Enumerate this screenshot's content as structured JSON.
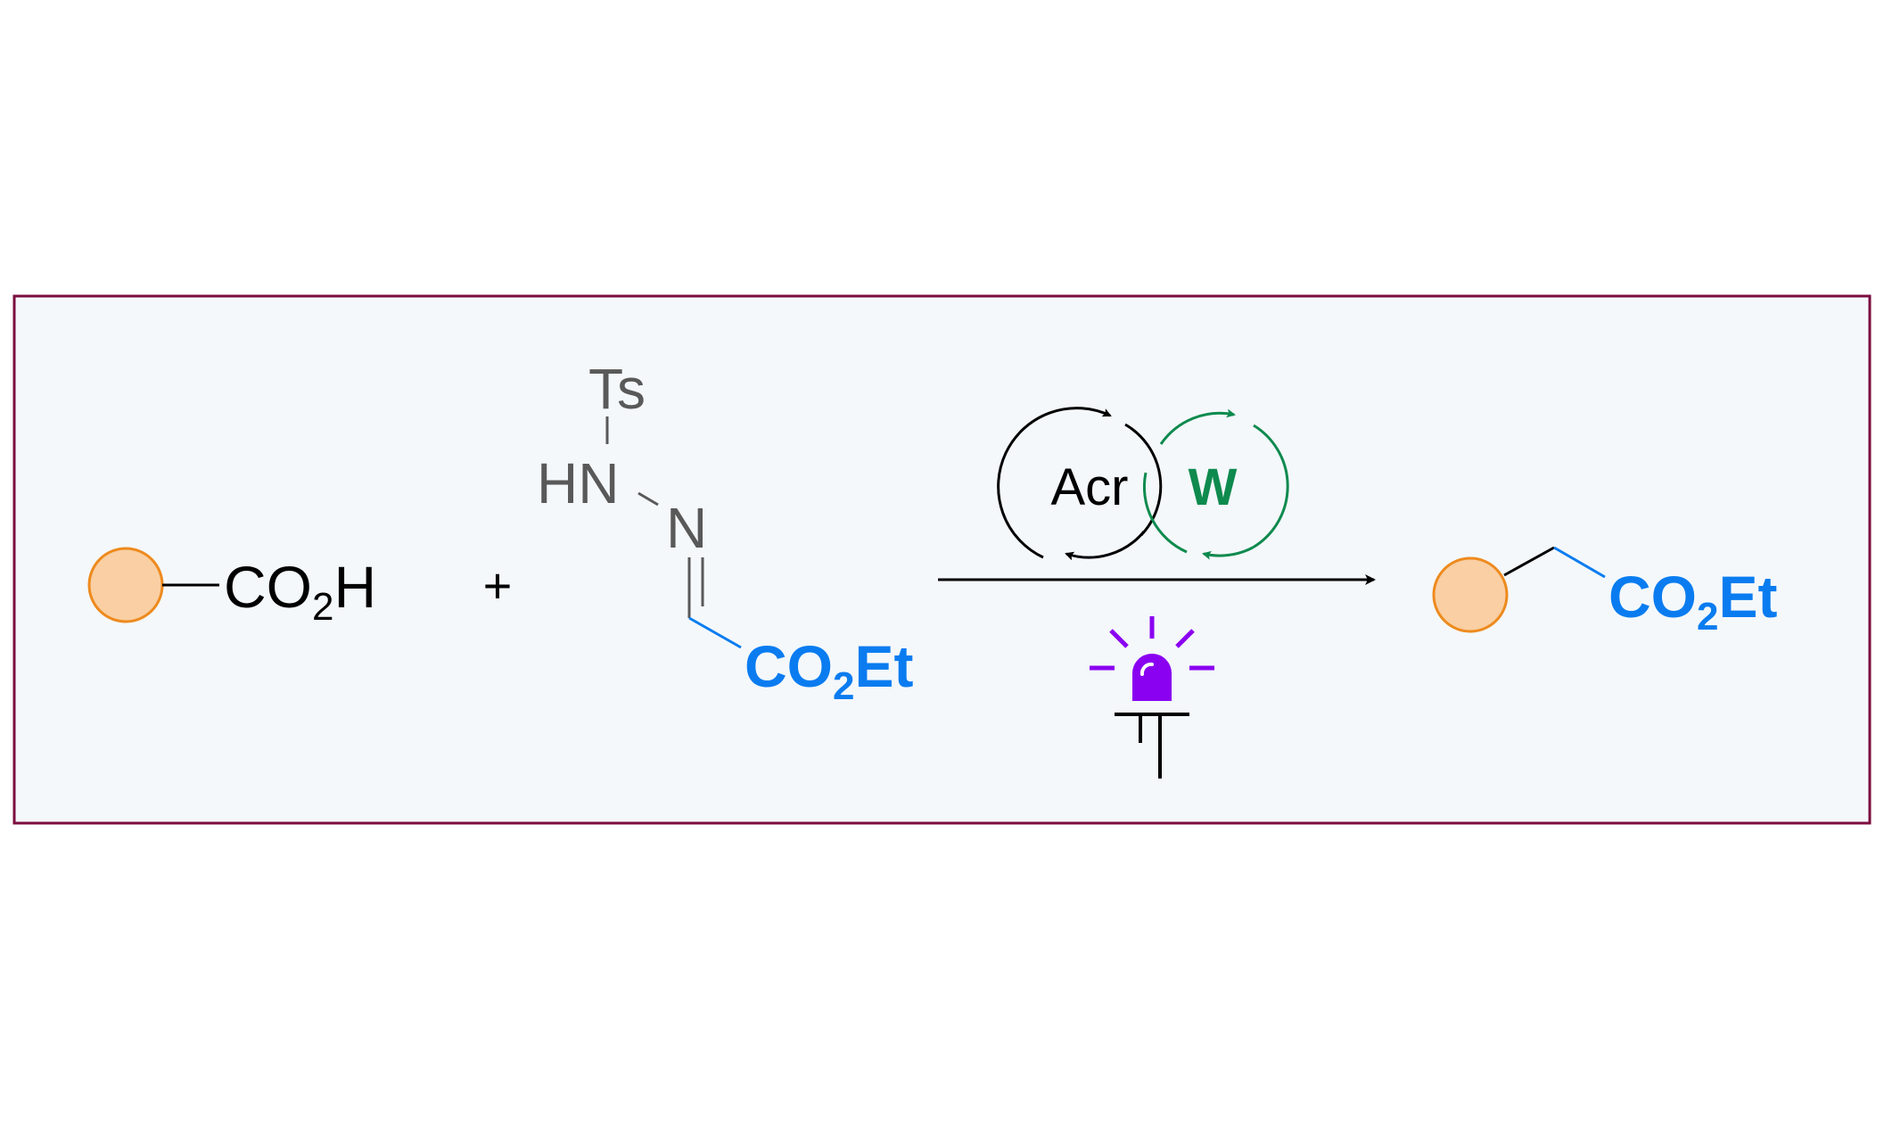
{
  "colors": {
    "frame_border": "#7B0D3E",
    "frame_fill": "#F4F8FB",
    "substrate_fill": "#F9CFA3",
    "substrate_stroke": "#EE8A1E",
    "black": "#000000",
    "gray": "#595959",
    "blue": "#0A7CF0",
    "green": "#0E8A4E",
    "purple": "#8A00F0"
  },
  "acid": {
    "C": "CO",
    "sub": "2",
    "H": "H"
  },
  "plus": "+",
  "hydrazone": {
    "ts": "Ts",
    "hn": "HN",
    "n": "N",
    "ester_co": "CO",
    "ester_sub": "2",
    "ester_et": "Et"
  },
  "catalysts": {
    "acr": "Acr",
    "w": "W"
  },
  "product": {
    "ester_co": "CO",
    "ester_sub": "2",
    "ester_et": "Et"
  },
  "icons": {
    "light": "purple-lamp-icon",
    "base": "electrode-icon"
  }
}
